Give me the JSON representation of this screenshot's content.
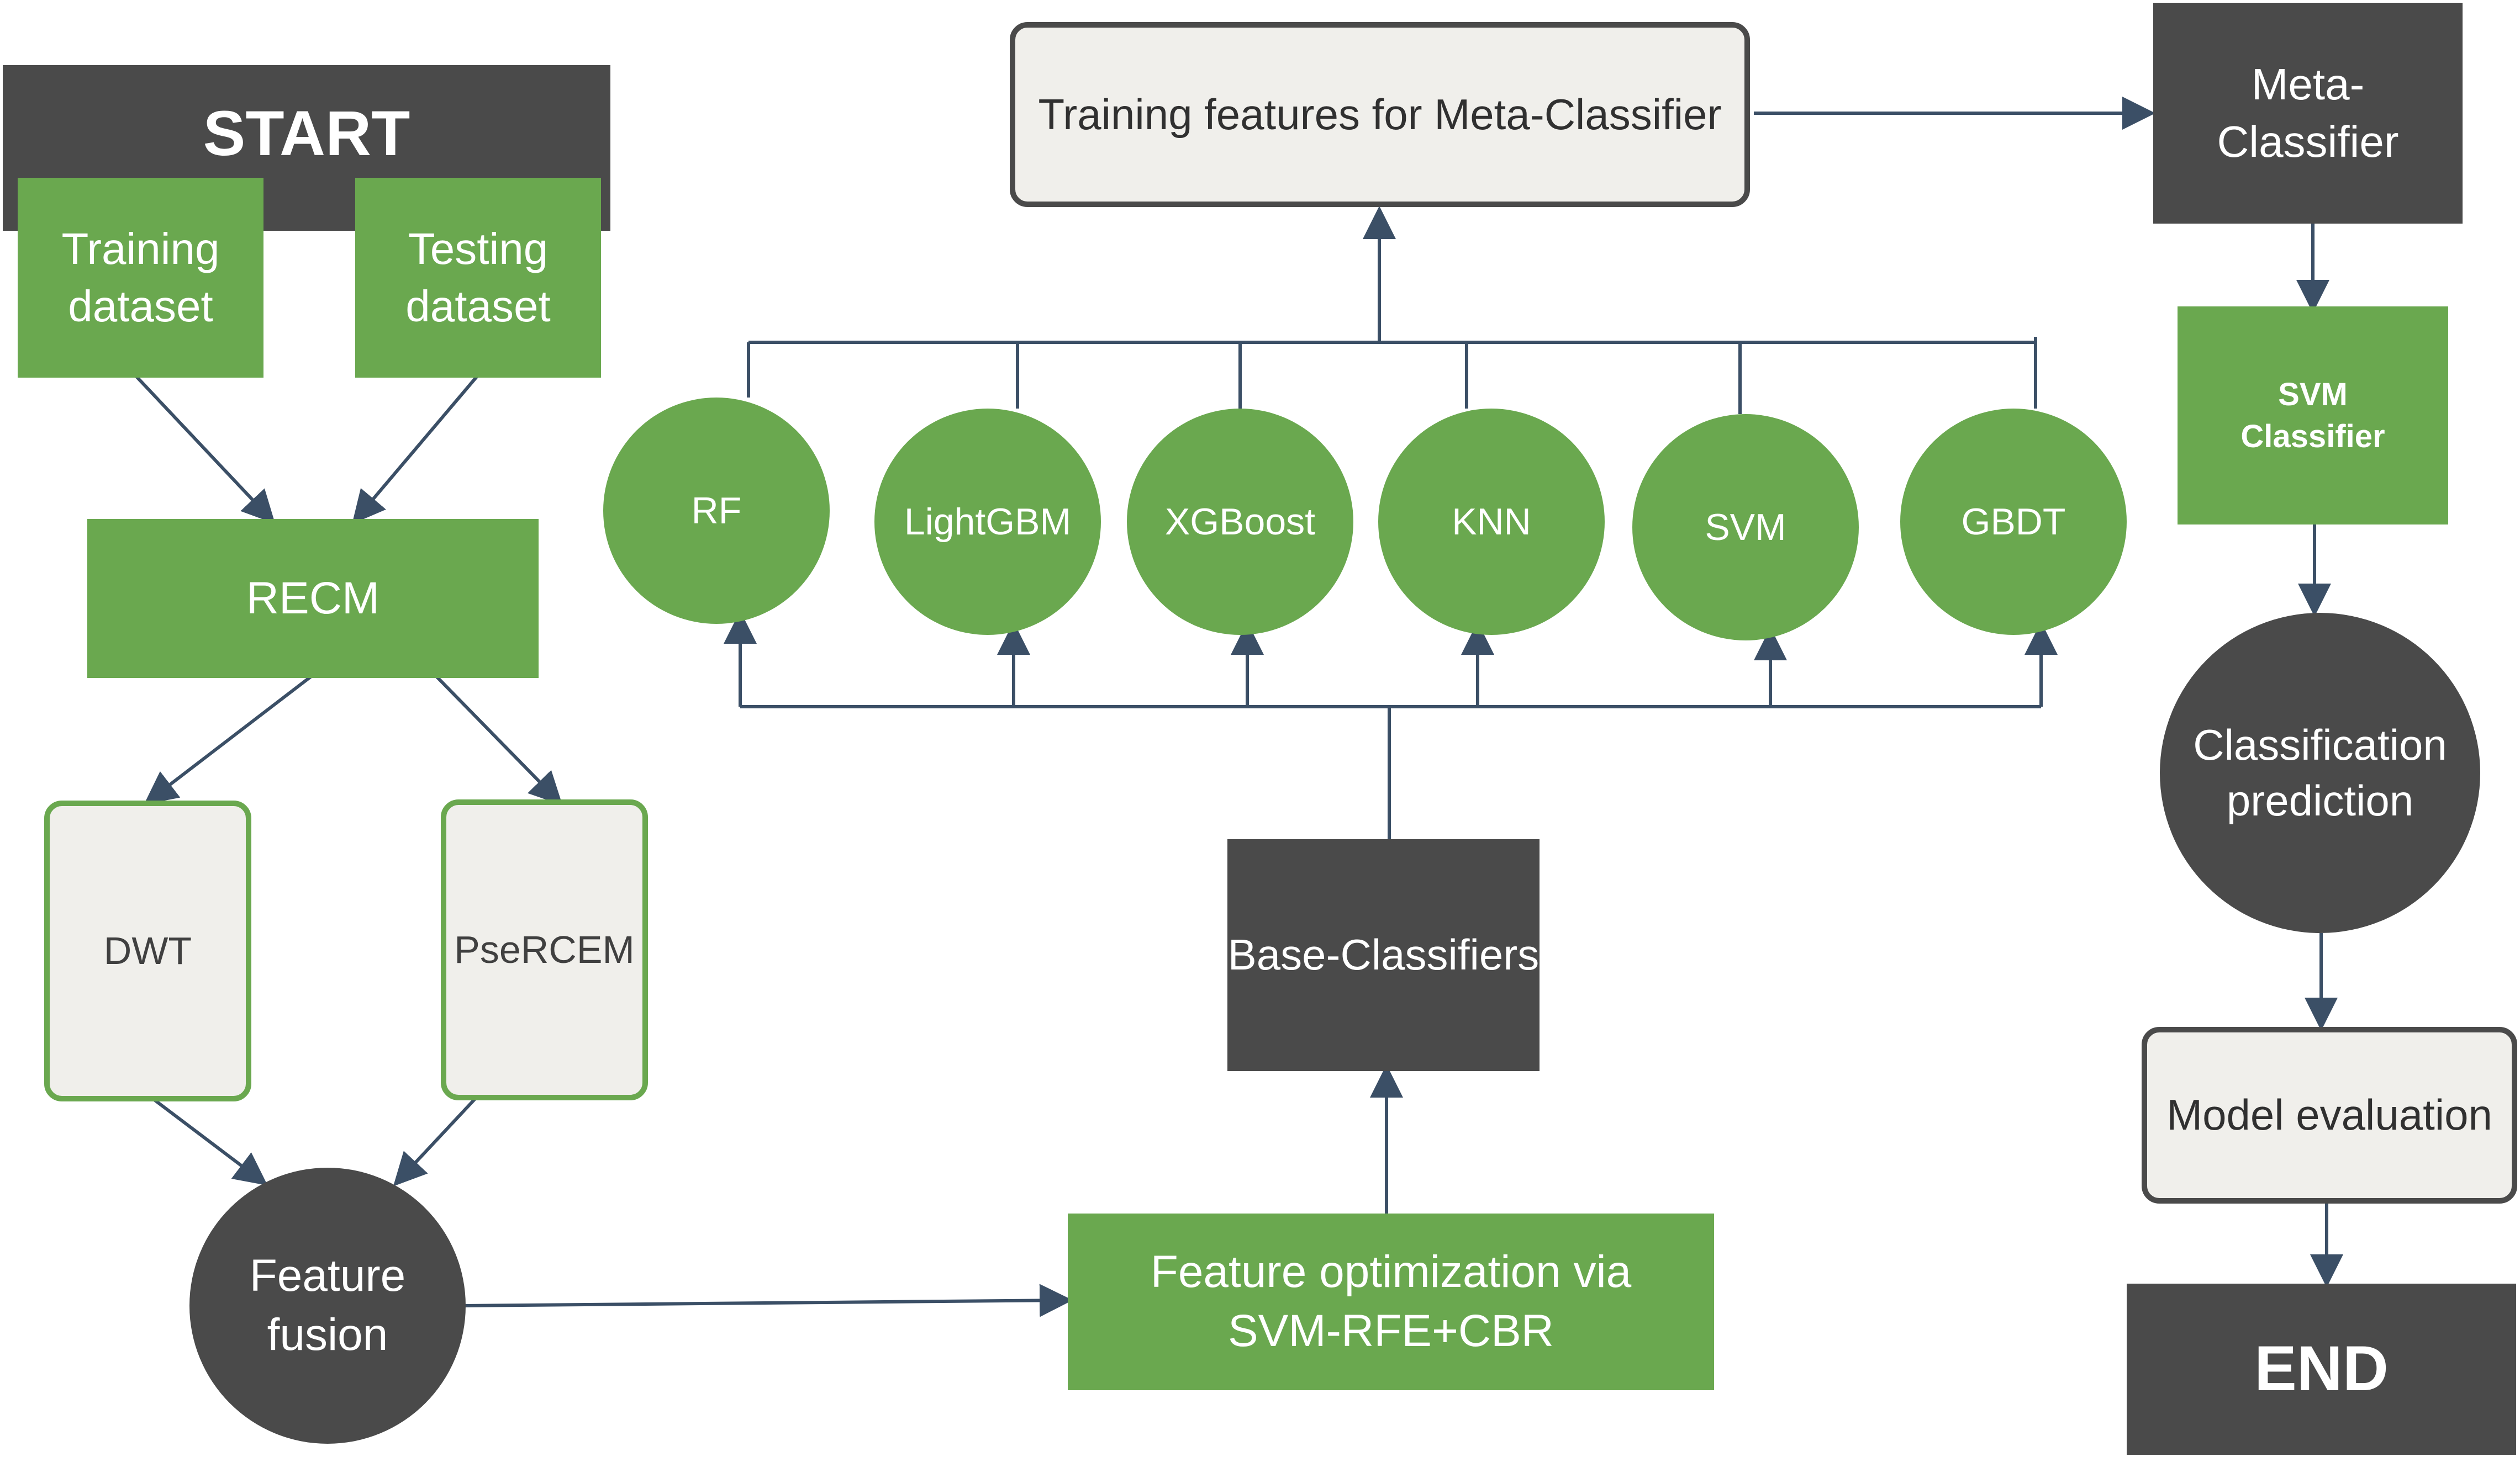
{
  "colors": {
    "green": "#6aa84f",
    "dark": "#4a4a4a",
    "light_fill": "#f0efeb",
    "arrow": "#3b4f66"
  },
  "nodes": {
    "start": "START",
    "training_dataset": "Training dataset",
    "testing_dataset": "Testing dataset",
    "recm": "RECM",
    "dwt": "DWT",
    "pse_rcem": "PseRCEM",
    "feature_fusion": "Feature fusion",
    "feature_optimization": "Feature optimization  via SVM-RFE+CBR",
    "base_classifiers": "Base-Classifiers",
    "training_features": "Training features for Meta-Classifier",
    "meta_classifier": "Meta-Classifier",
    "svm_classifier": "SVM Classifier",
    "classification_prediction": "Classification prediction",
    "model_evaluation": "Model evaluation",
    "end": "END"
  },
  "base_models": [
    "RF",
    "LightGBM",
    "XGBoost",
    "KNN",
    "SVM",
    "GBDT"
  ]
}
